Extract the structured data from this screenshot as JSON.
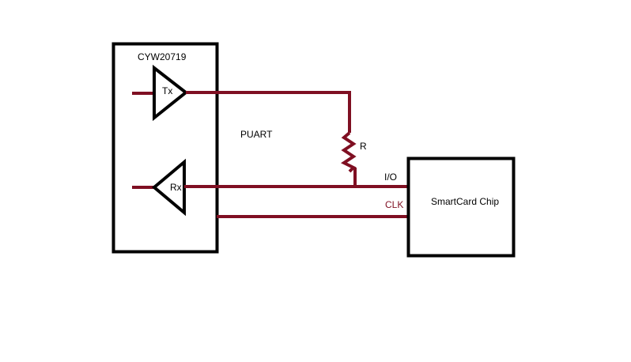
{
  "diagram": {
    "chip_label": "CYW20719",
    "tx_label": "Tx",
    "rx_label": "Rx",
    "puart_label": "PUART",
    "resistor_label": "R",
    "io_label": "I/O",
    "clk_label": "CLK",
    "smartcard_label": "SmartCard Chip"
  },
  "colors": {
    "wire": "#7f0f22",
    "outline": "#000000",
    "clk_text": "#7f0f22",
    "text": "#000000"
  }
}
